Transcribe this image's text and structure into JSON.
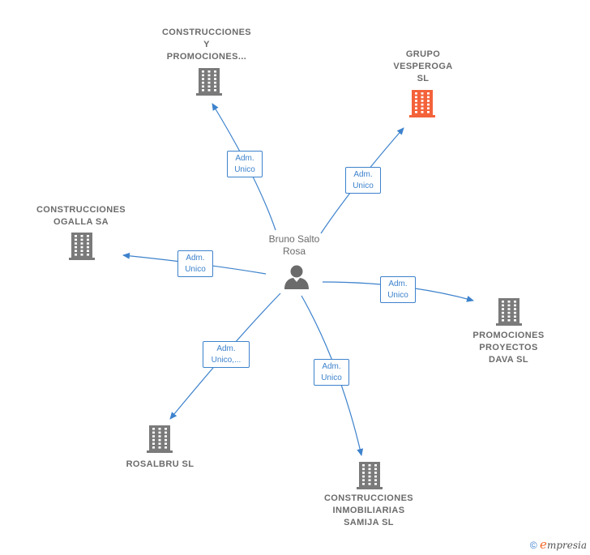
{
  "person": {
    "name_lines": [
      "Bruno Salto",
      "Rosa"
    ]
  },
  "companies": [
    {
      "id": "c1",
      "lines": [
        "CONSTRUCCIONES",
        "Y",
        "PROMOCIONES..."
      ],
      "color": "#7a7a7a",
      "icon": "building-icon"
    },
    {
      "id": "c2",
      "lines": [
        "GRUPO",
        "VESPEROGA",
        "SL"
      ],
      "color": "#f4623a",
      "icon": "building-icon",
      "highlight": true
    },
    {
      "id": "c3",
      "lines": [
        "CONSTRUCCIONES",
        "OGALLA SA"
      ],
      "color": "#7a7a7a",
      "icon": "building-icon"
    },
    {
      "id": "c4",
      "lines": [
        "PROMOCIONES",
        "PROYECTOS",
        "DAVA SL"
      ],
      "color": "#7a7a7a",
      "icon": "building-icon"
    },
    {
      "id": "c5",
      "lines": [
        "ROSALBRU SL"
      ],
      "color": "#7a7a7a",
      "icon": "building-icon"
    },
    {
      "id": "c6",
      "lines": [
        "CONSTRUCCIONES",
        "INMOBILIARIAS",
        "SAMIJA SL"
      ],
      "color": "#7a7a7a",
      "icon": "building-icon"
    }
  ],
  "edges": [
    {
      "to": "c1",
      "lines": [
        "Adm.",
        "Unico"
      ]
    },
    {
      "to": "c2",
      "lines": [
        "Adm.",
        "Unico"
      ]
    },
    {
      "to": "c3",
      "lines": [
        "Adm.",
        "Unico"
      ]
    },
    {
      "to": "c4",
      "lines": [
        "Adm.",
        "Unico"
      ]
    },
    {
      "to": "c5",
      "lines": [
        "Adm.",
        "Unico,..."
      ]
    },
    {
      "to": "c6",
      "lines": [
        "Adm.",
        "Unico"
      ]
    }
  ],
  "footer": {
    "copyright": "©",
    "brand_initial": "e",
    "brand_rest": "mpresia"
  },
  "colors": {
    "edge": "#3d82cc",
    "icon_gray": "#7a7a7a",
    "highlight": "#f4623a",
    "person": "#6b6b6b"
  }
}
